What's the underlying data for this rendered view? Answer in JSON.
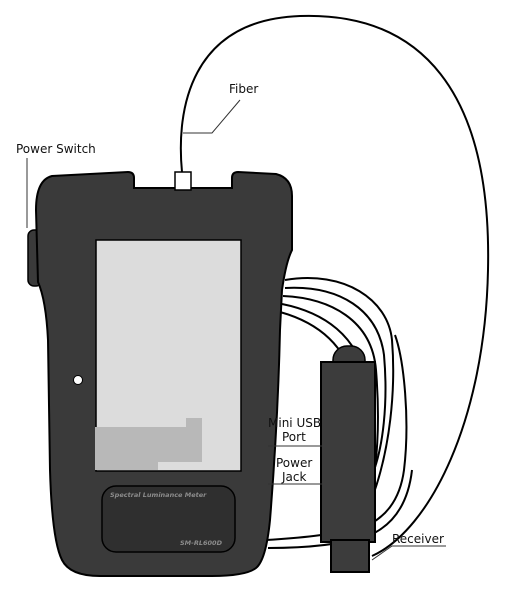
{
  "labels": {
    "fiber": "Fiber",
    "power_switch": "Power Switch",
    "mini_usb_line1": "Mini USB",
    "mini_usb_line2": "Port",
    "power_jack_line1": "Power",
    "power_jack_line2": "Jack",
    "receiver": "Receiver"
  },
  "device": {
    "nameplate_title": "Spectral Luminance Meter",
    "nameplate_model": "SM-RL600D"
  },
  "colors": {
    "body": "#3a3a3a",
    "outline": "#000000",
    "screen": "#dcdcdc",
    "screen_block": "#b8b8b8",
    "nameplate": "#2f2f2f",
    "receiver": "#3c3c3c"
  }
}
